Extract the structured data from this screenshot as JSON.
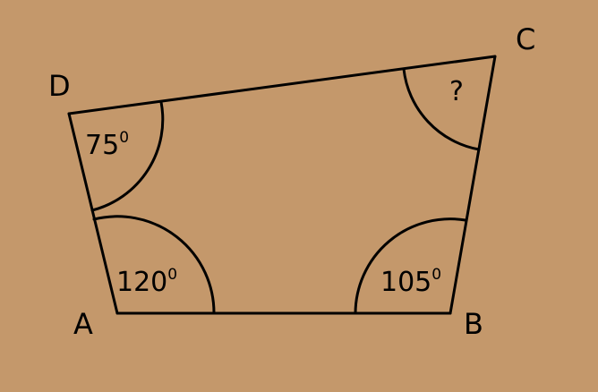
{
  "colors": {
    "background": "#c4986b",
    "stroke": "#000000"
  },
  "vertices": {
    "A": "A",
    "B": "B",
    "C": "C",
    "D": "D"
  },
  "angles": {
    "A": {
      "value": "120",
      "degree_mark": "0"
    },
    "B": {
      "value": "105",
      "degree_mark": "0"
    },
    "C": {
      "value": "?",
      "degree_mark": ""
    },
    "D": {
      "value": "75",
      "degree_mark": "0"
    }
  }
}
